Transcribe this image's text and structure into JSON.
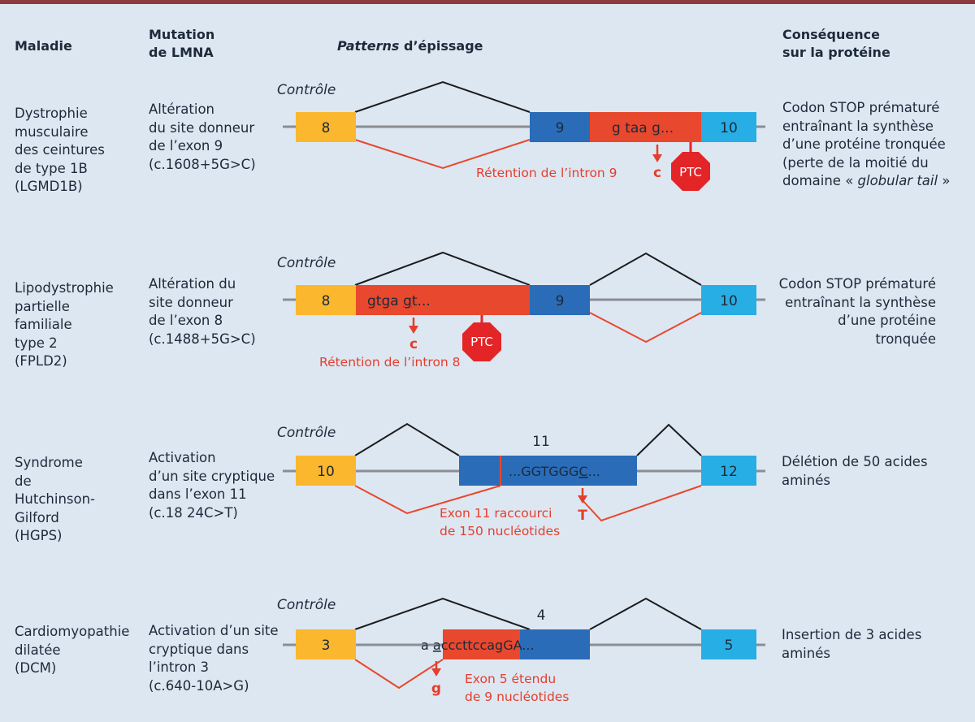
{
  "headers": {
    "maladie": "Maladie",
    "mutation_l1": "Mutation",
    "mutation_l2": "de LMNA",
    "patterns_em": "Patterns",
    "patterns_rest": " d’épissage",
    "consequence_l1": "Conséquence",
    "consequence_l2": "sur la protéine"
  },
  "rows": [
    {
      "maladie": [
        "Dystrophie",
        "musculaire",
        "des ceintures",
        "de type 1B",
        "(LGMD1B)"
      ],
      "mutation": [
        "Altération",
        "du site donneur",
        "de l’exon 9",
        "(c.1608+5G>C)"
      ],
      "consequence": [
        "Codon STOP prématuré",
        "entraînant la synthèse",
        "d’une protéine tronquée",
        "(perte de la moitié du"
      ],
      "consequence_last_pre": "domaine « ",
      "consequence_last_em": "globular tail",
      "consequence_last_post": " »",
      "control": "Contrôle",
      "exons": [
        "8",
        "9",
        "10"
      ],
      "seq_pre": "g taa ",
      "seq_ul": "g",
      "seq_post": "...",
      "mutation_base": "c",
      "ptc": "PTC",
      "annotation": [
        "Rétention de l’intron 9"
      ]
    },
    {
      "maladie": [
        "Lipodystrophie",
        "partielle",
        "familiale",
        "type 2",
        "(FPLD2)"
      ],
      "mutation": [
        "Altération du",
        "site donneur",
        "de l’exon 8",
        "(c.1488+5G>C)"
      ],
      "consequence": [
        "Codon STOP prématuré",
        "entraînant la synthèse",
        "d’une protéine tronquée"
      ],
      "control": "Contrôle",
      "exons": [
        "8",
        "9",
        "10"
      ],
      "seq_pre": "gtga ",
      "seq_ul": "g",
      "seq_post": "t...",
      "mutation_base": "c",
      "ptc": "PTC",
      "annotation": [
        "Rétention de l’intron 8"
      ]
    },
    {
      "maladie": [
        "Syndrome",
        "de",
        "Hutchinson-",
        "Gilford",
        "(HGPS)"
      ],
      "mutation": [
        "Activation",
        "d’un site cryptique",
        "dans l’exon 11",
        "(c.18 24C>T)"
      ],
      "consequence": [
        "Délétion de 50 acides",
        "aminés"
      ],
      "control": "Contrôle",
      "exons": [
        "10",
        "11",
        "12"
      ],
      "seq_pre": "...GGTGGG",
      "seq_ul": "C",
      "seq_post": "...",
      "mutation_base": "T",
      "annotation": [
        "Exon 11 raccourci",
        "de 150 nucléotides"
      ]
    },
    {
      "maladie": [
        "Cardiomyopathie",
        "dilatée",
        "(DCM)"
      ],
      "mutation": [
        "Activation d’un site",
        "cryptique dans",
        "l’intron 3",
        "(c.640-10A>G)"
      ],
      "consequence": [
        "Insertion de 3 acides",
        "aminés"
      ],
      "control": "Contrôle",
      "exons": [
        "3",
        "4",
        "5"
      ],
      "seq_pre": "a ",
      "seq_ul": "a",
      "seq_red": "cccttccagGA",
      "seq_post": "...",
      "mutation_base": "g",
      "annotation": [
        "Exon 5 étendu",
        "de 9 nucléotides"
      ]
    }
  ],
  "colors": {
    "background": "#dde7f2",
    "top_bar": "#8c3a3f",
    "intron_line": "#8a8e94",
    "exon_yellow": "#fbb72e",
    "exon_dark_blue": "#2a6cb8",
    "exon_light_blue": "#27aee4",
    "red": "#e8482d",
    "ptc_red": "#e32528",
    "text_dark": "#1d2a3a",
    "text_red": "#e53e2d"
  }
}
